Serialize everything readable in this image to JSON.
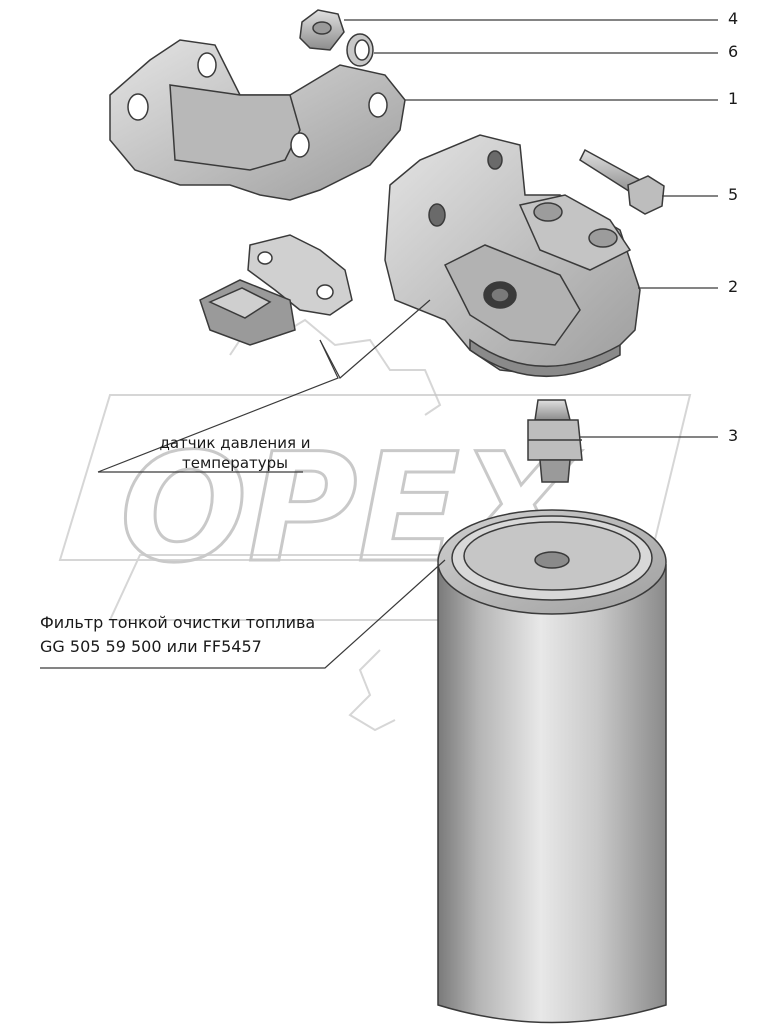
{
  "watermark": {
    "text": "OPEX"
  },
  "callouts": {
    "n4": "4",
    "n6": "6",
    "n1": "1",
    "n5": "5",
    "n2": "2",
    "n3": "3",
    "sensor_line1": "датчик давления и",
    "sensor_line2": "температуры",
    "filter_line1": "Фильтр тонкой очистки топлива",
    "filter_line2": "GG 505 59 500 или FF5457"
  },
  "colors": {
    "line": "#3a3a3a",
    "part_light": "#d9d9d9",
    "part_mid": "#a9a9a9",
    "part_dark": "#6e6e6e",
    "watermark": "#bdbdbd"
  }
}
